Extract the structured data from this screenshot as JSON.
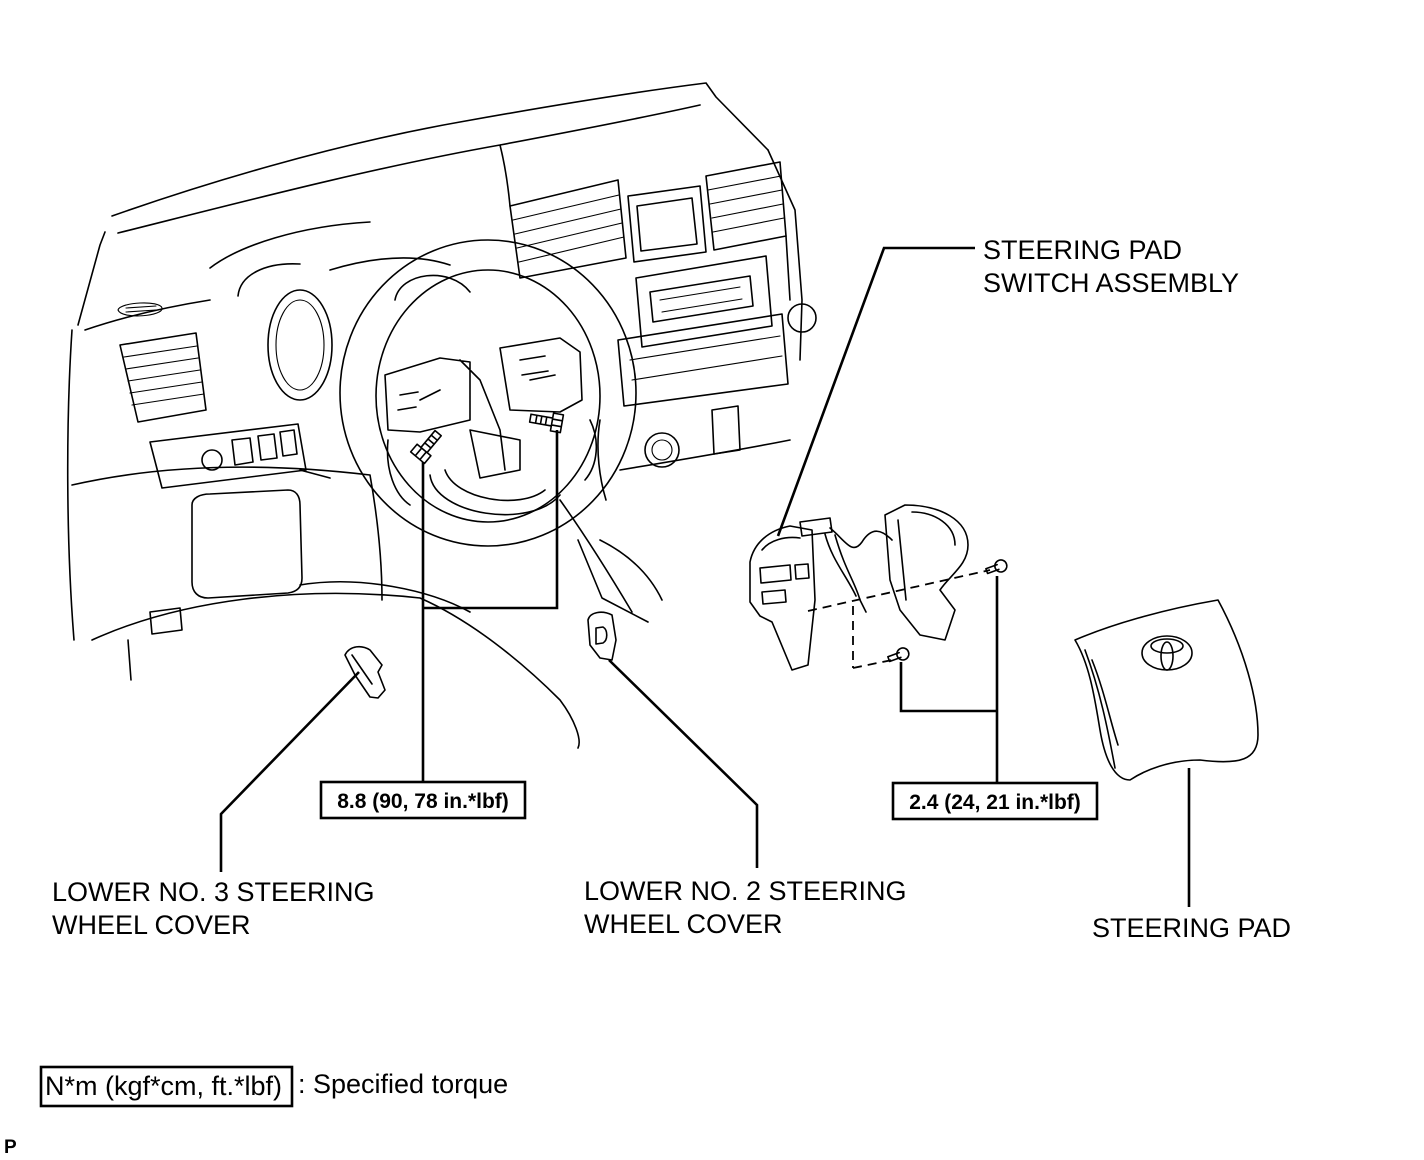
{
  "callouts": {
    "steering_pad_switch_assembly": {
      "line1": "STEERING PAD",
      "line2": "SWITCH ASSEMBLY"
    },
    "lower_no3_cover": {
      "line1": "LOWER NO. 3 STEERING",
      "line2": "WHEEL COVER"
    },
    "lower_no2_cover": {
      "line1": "LOWER NO. 2 STEERING",
      "line2": "WHEEL COVER"
    },
    "steering_pad": {
      "line1": "STEERING PAD"
    }
  },
  "torque_specs": {
    "wheel_bolts": "8.8 (90, 78 in.*lbf)",
    "switch_screws": "2.4 (24, 21 in.*lbf)"
  },
  "legend": {
    "unit_format": "N*m (kgf*cm, ft.*lbf)",
    "meaning": ": Specified torque"
  },
  "corner_mark": "P"
}
